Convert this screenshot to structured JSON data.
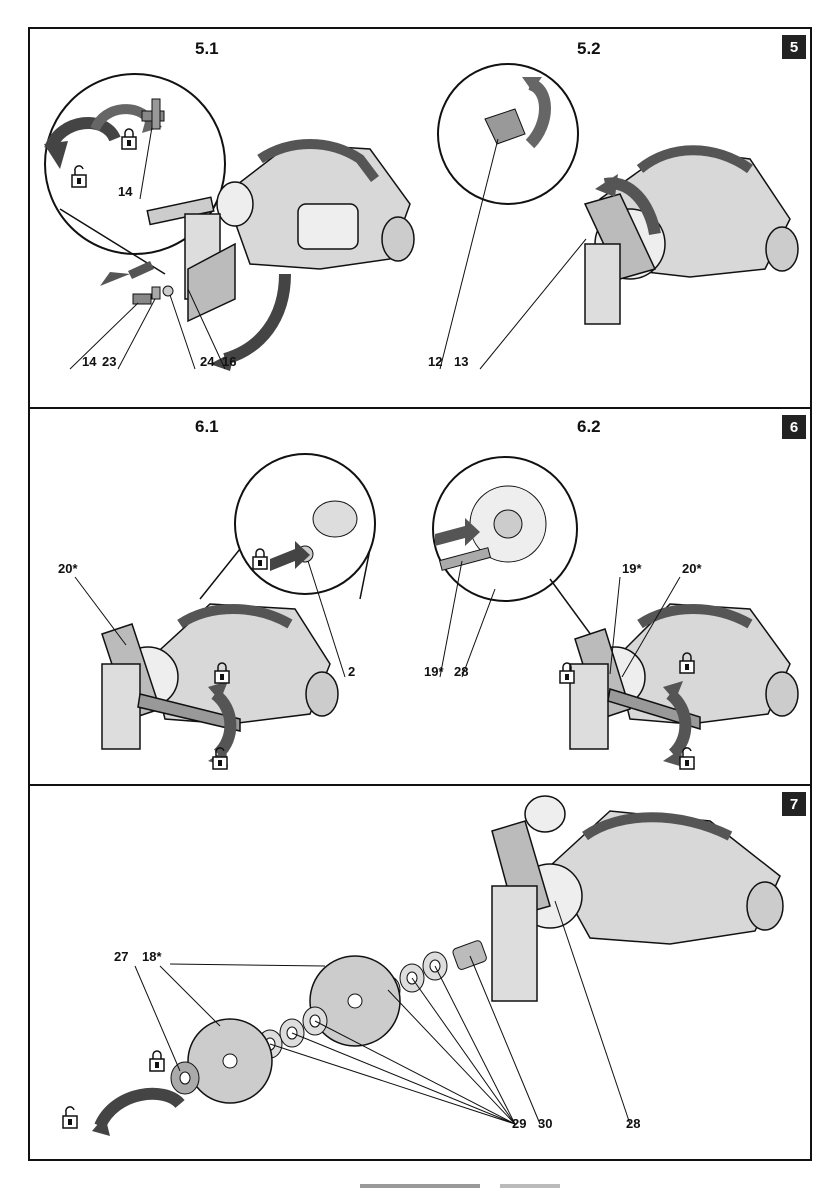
{
  "sections": [
    {
      "number": "5",
      "subfigures": [
        "5.1",
        "5.2"
      ]
    },
    {
      "number": "6",
      "subfigures": [
        "6.1",
        "6.2"
      ]
    },
    {
      "number": "7",
      "subfigures": []
    }
  ],
  "callouts": {
    "fig5_1": [
      "14",
      "14",
      "23",
      "24",
      "16"
    ],
    "fig5_2": [
      "12",
      "13"
    ],
    "fig6_1": [
      "20*",
      "2"
    ],
    "fig6_2": [
      "19*",
      "28",
      "19*",
      "20*"
    ],
    "fig7": [
      "27",
      "18*",
      "29",
      "30",
      "28"
    ]
  },
  "icons": [
    "padlock-locked-icon",
    "padlock-unlocked-icon",
    "rotation-arrow-icon",
    "push-arrow-icon"
  ]
}
